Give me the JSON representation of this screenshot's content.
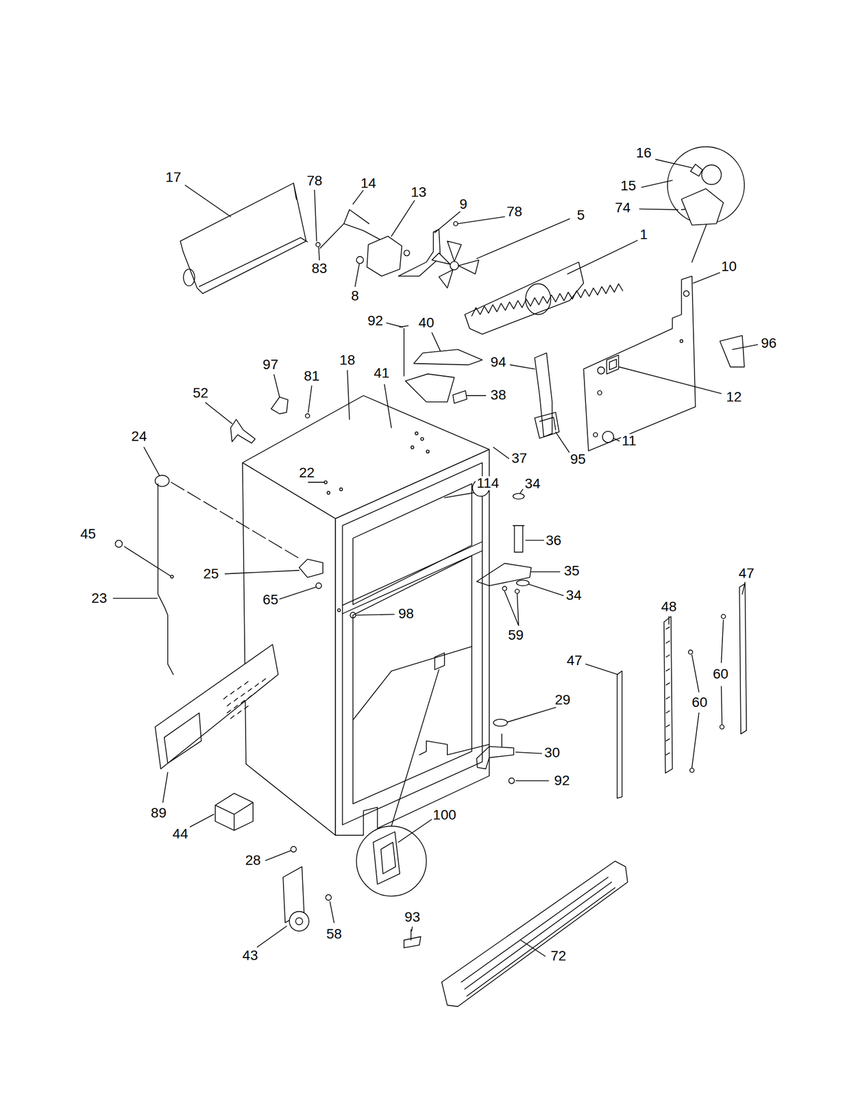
{
  "diagram": {
    "labels": [
      "16",
      "15",
      "17",
      "78",
      "14",
      "13",
      "9",
      "78",
      "74",
      "5",
      "1",
      "10",
      "83",
      "8",
      "92",
      "40",
      "96",
      "94",
      "97",
      "18",
      "41",
      "81",
      "38",
      "12",
      "52",
      "24",
      "11",
      "95",
      "37",
      "22",
      "114",
      "34",
      "45",
      "36",
      "35",
      "25",
      "47",
      "34",
      "23",
      "65",
      "98",
      "48",
      "59",
      "60",
      "47",
      "60",
      "29",
      "30",
      "92",
      "89",
      "100",
      "44",
      "28",
      "58",
      "93",
      "43",
      "72"
    ]
  }
}
